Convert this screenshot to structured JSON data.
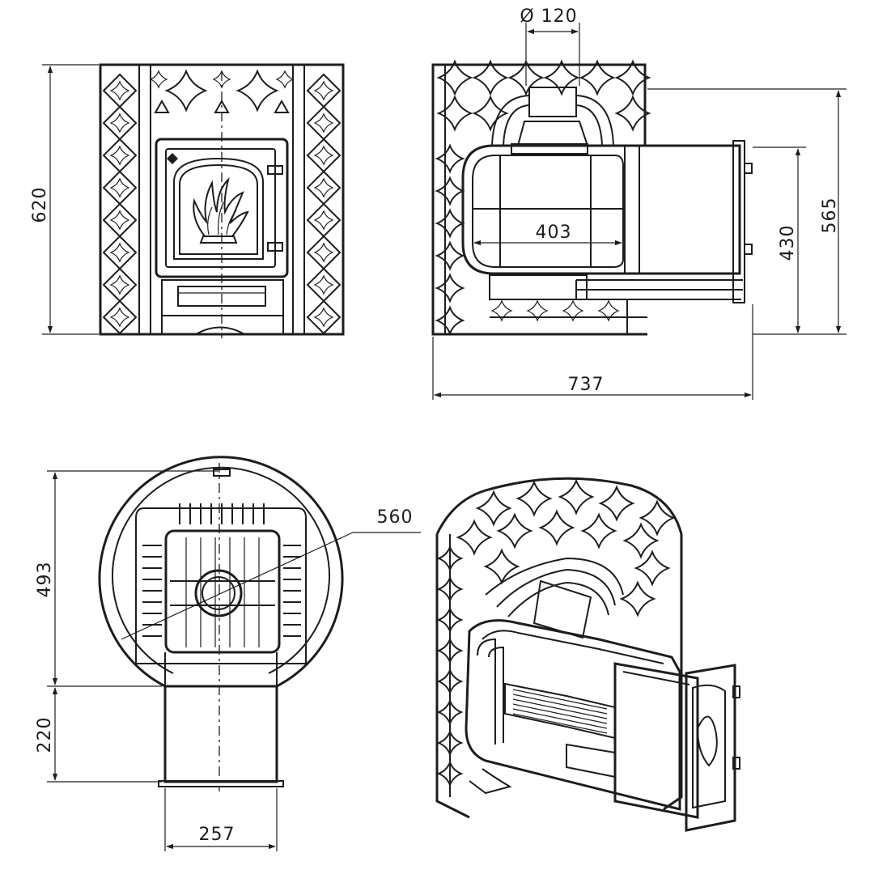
{
  "colors": {
    "ink": "#1d1d1b",
    "background": "#ffffff"
  },
  "dimensions": {
    "front_height": "620",
    "chimney_diameter": "Ø 120",
    "side_total_height": "565",
    "door_tunnel_height": "430",
    "firebox_width": "403",
    "total_depth": "737",
    "top_diameter": "560",
    "top_depth_body": "493",
    "top_depth_tunnel": "220",
    "tunnel_width": "257"
  }
}
